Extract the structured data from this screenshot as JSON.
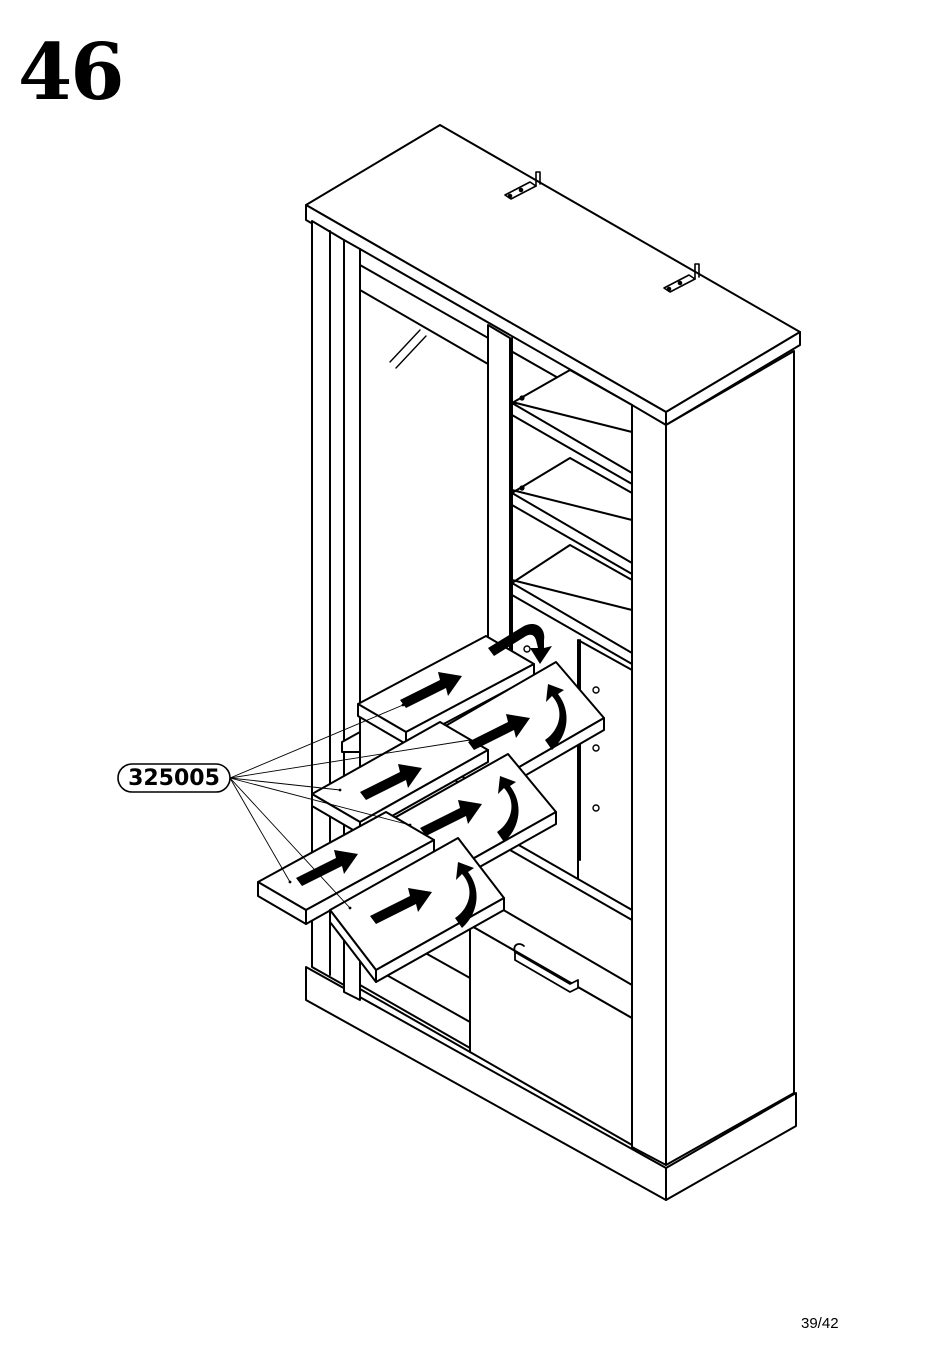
{
  "step": {
    "number": "46"
  },
  "part": {
    "code": "325005",
    "quantity": 6
  },
  "footer": {
    "page": "39/42"
  },
  "icons": [
    "insert-arrow-icon",
    "tilt-arrow-icon",
    "flip-arrow-icon",
    "hinge-bracket-icon"
  ]
}
